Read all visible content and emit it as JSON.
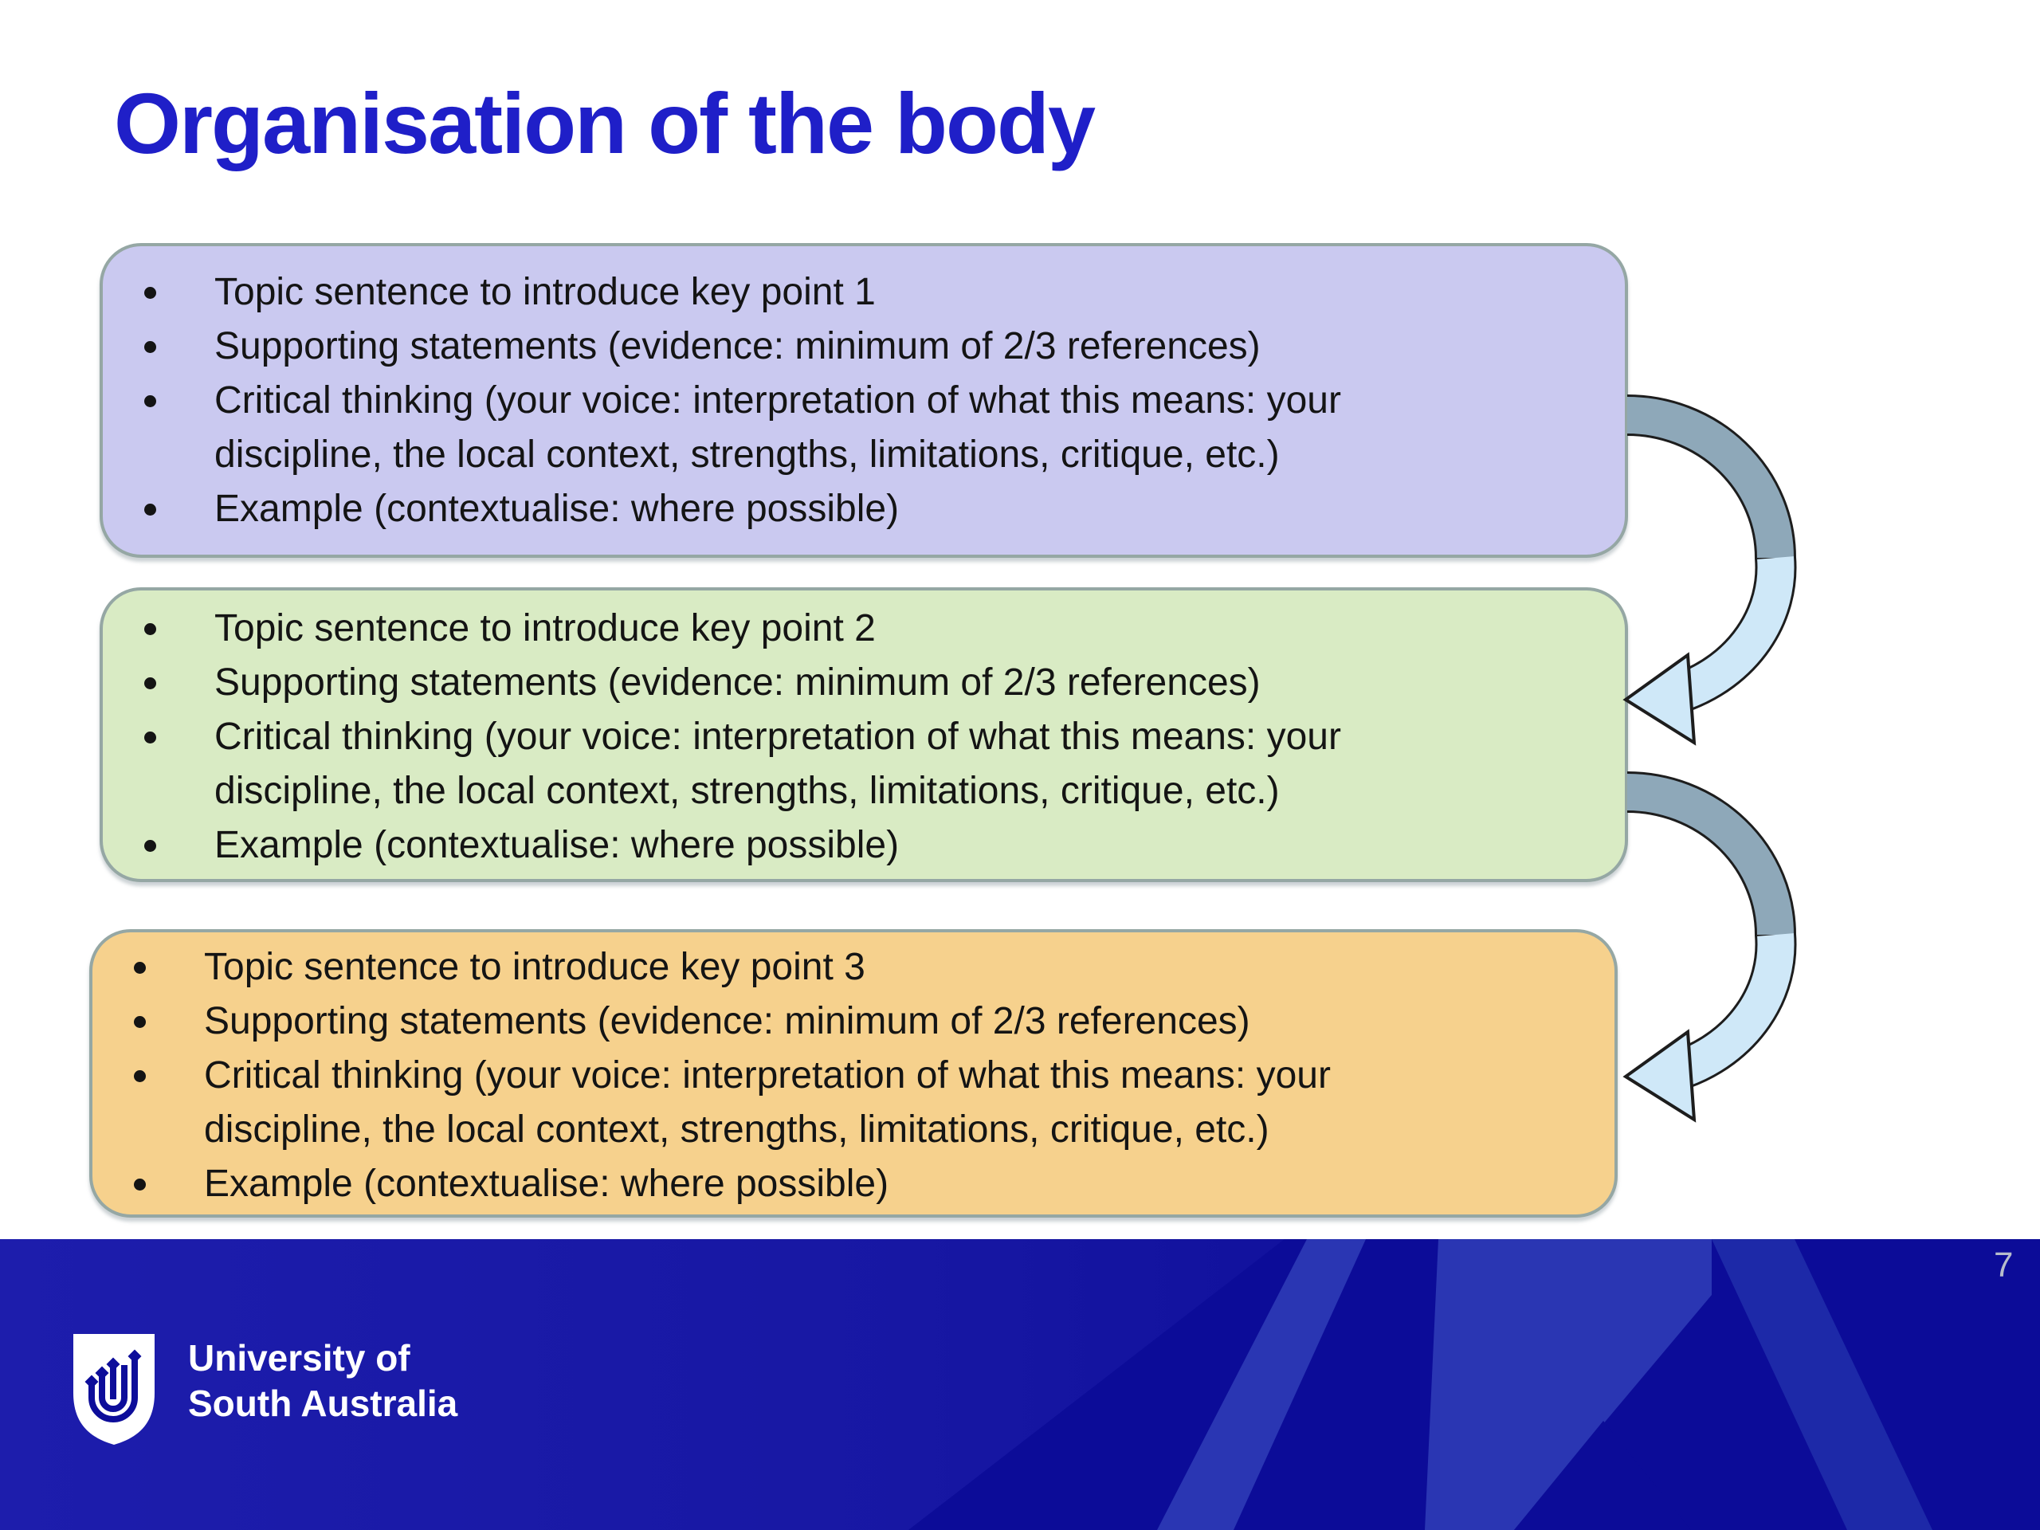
{
  "slide": {
    "title": "Organisation of the body",
    "page_number": "7",
    "boxes": [
      {
        "name": "key-point-1",
        "fill": "#cac9f0",
        "lines": [
          {
            "bullet": true,
            "text": "Topic sentence to introduce key point 1"
          },
          {
            "bullet": true,
            "text": "Supporting statements (evidence: minimum of 2/3 references)"
          },
          {
            "bullet": true,
            "text": "Critical thinking (your voice: interpretation of what this means: your"
          },
          {
            "bullet": false,
            "text": "discipline, the local context, strengths, limitations, critique, etc.)"
          },
          {
            "bullet": true,
            "text": "Example (contextualise: where possible)"
          }
        ]
      },
      {
        "name": "key-point-2",
        "fill": "#d9ebc4",
        "lines": [
          {
            "bullet": true,
            "text": "Topic sentence to introduce key point 2"
          },
          {
            "bullet": true,
            "text": "Supporting statements (evidence: minimum of 2/3 references)"
          },
          {
            "bullet": true,
            "text": "Critical thinking (your voice: interpretation of what this means: your"
          },
          {
            "bullet": false,
            "text": "discipline, the local context, strengths, limitations, critique, etc.)"
          },
          {
            "bullet": true,
            "text": "Example (contextualise: where possible)"
          }
        ]
      },
      {
        "name": "key-point-3",
        "fill": "#f6d18d",
        "lines": [
          {
            "bullet": true,
            "text": "Topic sentence to introduce key point 3"
          },
          {
            "bullet": true,
            "text": "Supporting statements (evidence: minimum of 2/3 references)"
          },
          {
            "bullet": true,
            "text": "Critical thinking (your voice: interpretation of what this means: your"
          },
          {
            "bullet": false,
            "text": "discipline, the local context, strengths, limitations, critique, etc.)"
          },
          {
            "bullet": true,
            "text": "Example (contextualise: where possible)"
          }
        ]
      }
    ],
    "arrows": [
      {
        "name": "arrow-box1-to-box2",
        "dark": "#8ea8b9",
        "light": "#cfe8f8"
      },
      {
        "name": "arrow-box2-to-box3",
        "dark": "#8ea8b9",
        "light": "#cfe8f8"
      }
    ],
    "footer": {
      "line1": "University of",
      "line2": "South Australia",
      "navy": "#0d0d99",
      "light_shape": "#2a36b3",
      "mid_shape": "#1d29a8"
    },
    "colors": {
      "title_blue": "#1f1fc8",
      "box_border": "#95a7a4",
      "body_text": "#141414"
    }
  }
}
